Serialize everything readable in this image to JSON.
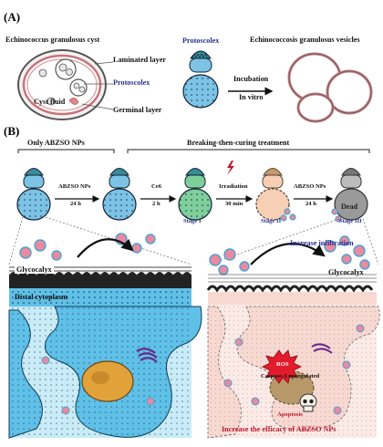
{
  "panel_a": {
    "label": "(A)",
    "cyst_title": "Echinococcus granulosus cyst",
    "laminated": "Laminated layer",
    "protoscolex_left": "Protoscolex",
    "cyst_fluid": "Cyst fluid",
    "germinal": "Germinal layer",
    "protoscolex_top": "Protoscolex",
    "incubation": "Incubation",
    "in_vitro": "In vitro",
    "vesicles_title": "Echinococcosis granulosus vesicles"
  },
  "panel_b": {
    "label": "(B)",
    "only_nps": "Only ABZSO NPs",
    "breaking": "Breaking-then-curing treatment",
    "step1_label": "ABZSO NPs",
    "step1_time": "24 h",
    "step2_label": "Ce6",
    "step2_time": "2 h",
    "step3_label": "Irradiation",
    "step3_time": "30 min",
    "step4_label": "ABZSO NPs",
    "step4_time": "24 h",
    "stage1": "Stage I",
    "stage2": "Stage II",
    "stage3": "Stage III",
    "dead": "Dead",
    "increase_infiltration": "Increase infiltration",
    "glycocalyx_left": "Glycocalyx",
    "distal_cytoplasm": "Distal cytoplasm",
    "glycocalyx_right": "Glycocalyx",
    "ros": "ROS",
    "caspase": "Caspase-3 upregulated",
    "apoptosis": "Apoptosis",
    "bottom_caption": "Increase the efficacy of ABZSO NPs"
  },
  "colors": {
    "protoscolex_blue": "#7cc3e6",
    "head_teal": "#3a8a9a",
    "stage1_green": "#7fcf9a",
    "stage2_peach": "#f6cfb4",
    "dead_gray": "#9a9a9a",
    "tissue_blue": "#5fc0e8",
    "tissue_pink": "#f7d9d2",
    "title_blue": "#2b2f8f",
    "alert_red": "#c0182b"
  },
  "icons": [
    "lightning-icon",
    "skull-icon",
    "nanoparticle-icon",
    "curved-arrow-icon"
  ]
}
